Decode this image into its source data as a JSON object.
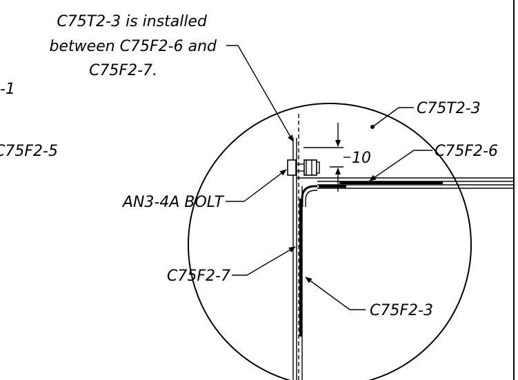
{
  "note": {
    "line1": "C75T2-3 is installed",
    "line2": "between C75F2-6 and",
    "line3": "C75F2-7."
  },
  "partial_labels": {
    "left_dash_one": "-1",
    "left_c75f2_5": "C75F2-5"
  },
  "callouts": {
    "c75t2_3": "C75T2-3",
    "c75f2_6": "C75F2-6",
    "bolt": "AN3-4A BOLT",
    "c75f2_7": "C75F2-7",
    "c75f2_3": "C75F2-3"
  },
  "dimension": {
    "value": "10"
  }
}
